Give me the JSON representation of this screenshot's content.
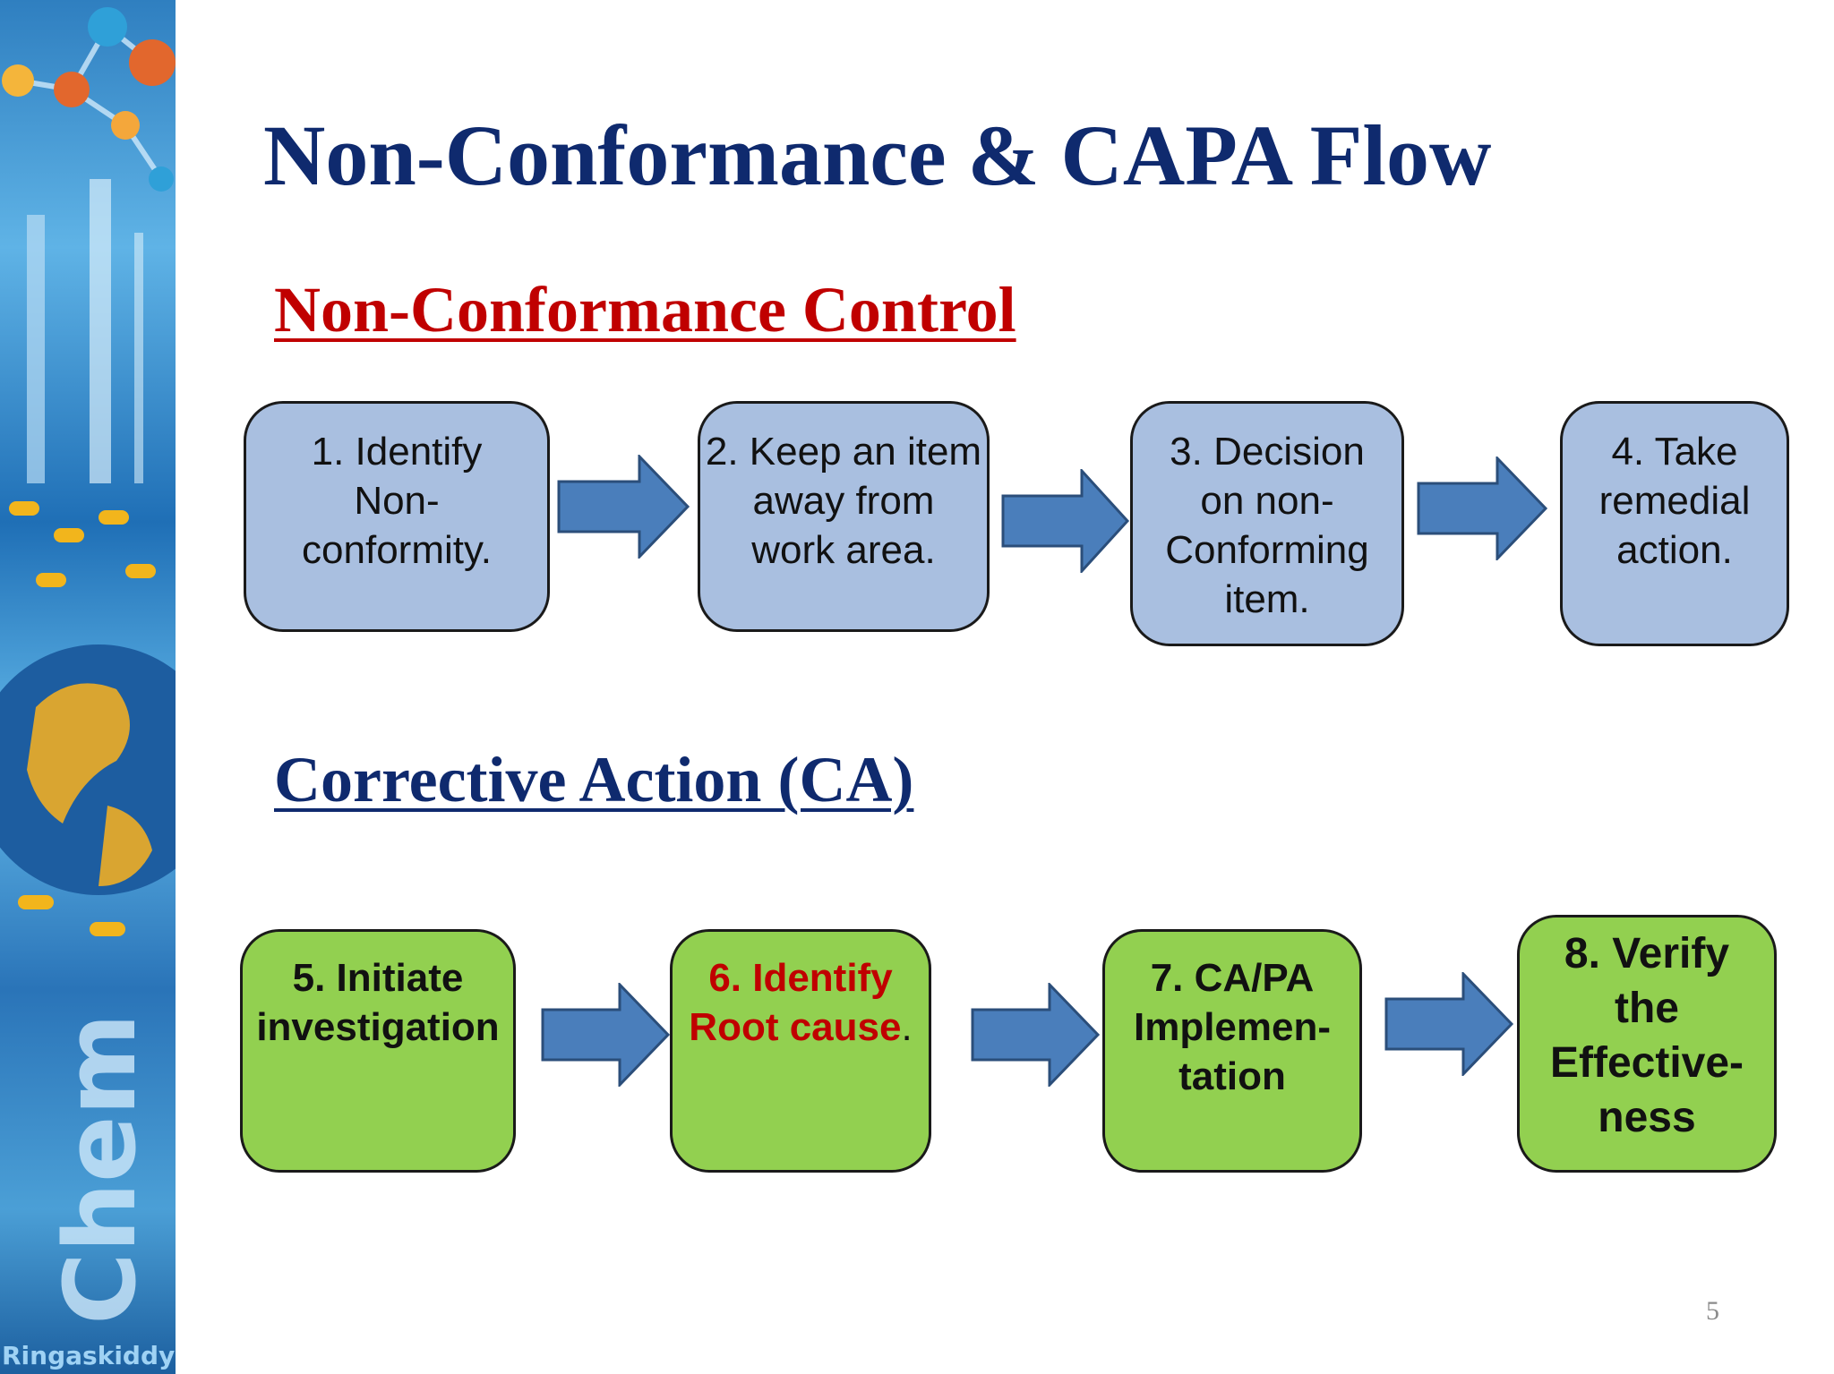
{
  "slide": {
    "title": "Non-Conformance & CAPA Flow",
    "page_number": "5",
    "watermark": "Ringaskiddy"
  },
  "sections": {
    "nc_control": {
      "heading": "Non-Conformance Control",
      "steps": [
        "1. Identify\nNon-\nconformity.",
        "2. Keep an item\naway from\nwork area.",
        "3. Decision\non non-\nConforming\nitem.",
        "4. Take\nremedial\naction."
      ]
    },
    "corrective_action": {
      "heading": "Corrective Action (CA)",
      "steps": [
        "5. Initiate\ninvestigation",
        "6. Identify\nRoot cause",
        "7. CA/PA\nImplemen-\ntation",
        "8. Verify\nthe\nEffective-\nness"
      ],
      "step6_suffix": "."
    }
  },
  "colors": {
    "title": "#0f2a6e",
    "heading_red": "#c00000",
    "box_blue": "#a9bfe0",
    "box_green": "#92d050",
    "arrow": "#4a7ebb"
  }
}
